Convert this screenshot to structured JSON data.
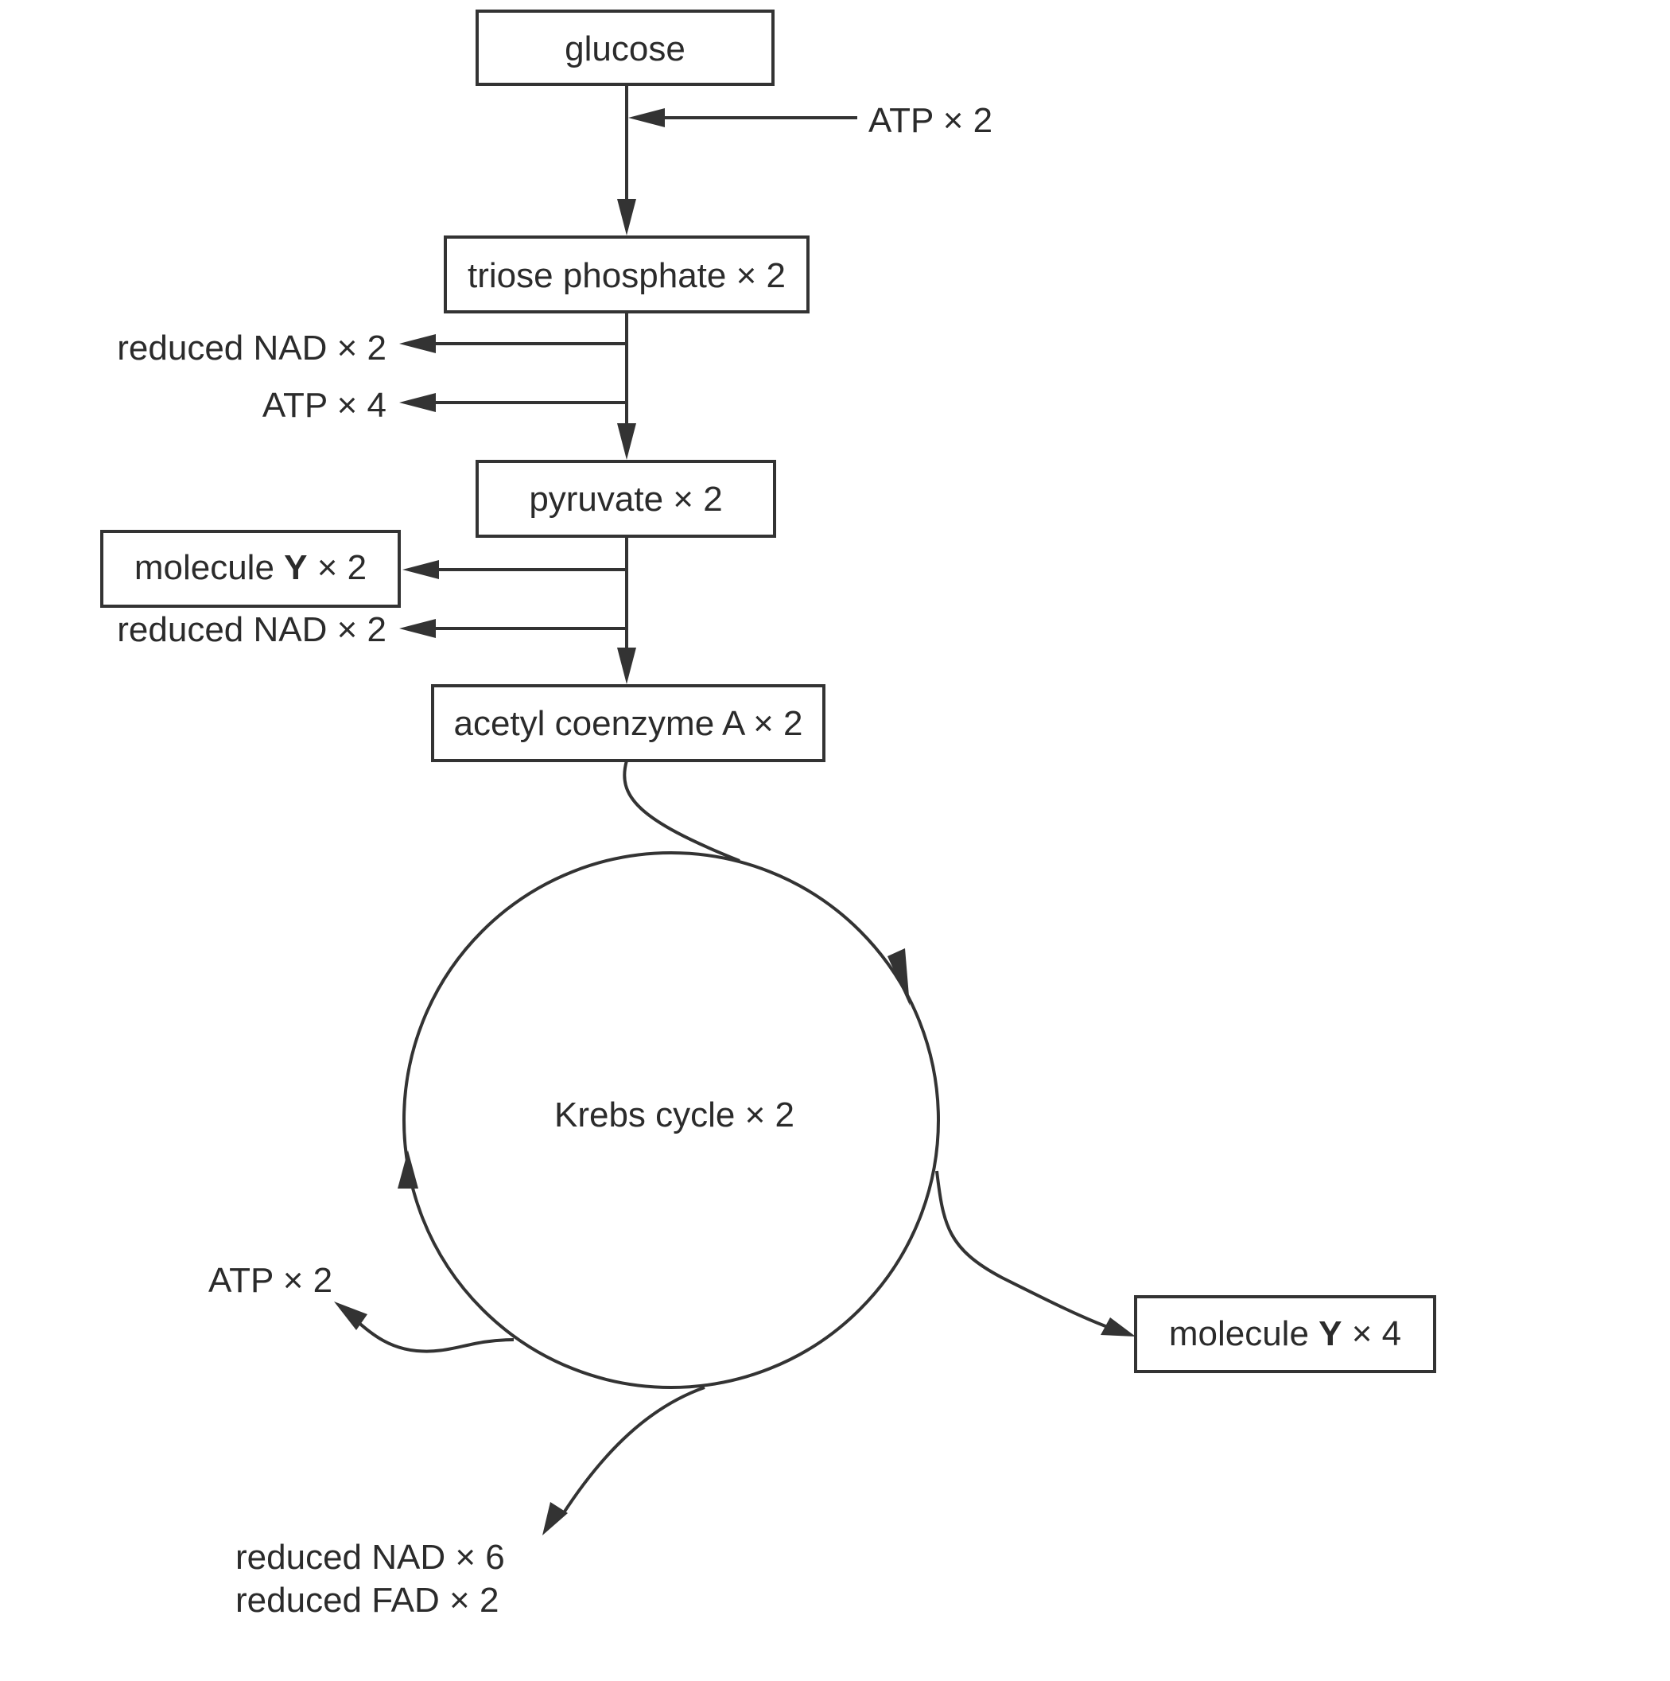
{
  "boxes": {
    "glucose": "glucose",
    "triose_phosphate": "triose phosphate × 2",
    "pyruvate": "pyruvate × 2",
    "molecule_y_1": {
      "pre": "molecule ",
      "bold": "Y",
      "post": " × 2"
    },
    "acetyl_coa": "acetyl coenzyme A × 2",
    "molecule_y_2": {
      "pre": "molecule ",
      "bold": "Y",
      "post": " × 4"
    }
  },
  "labels": {
    "atp_input": "ATP × 2",
    "reduced_nad_glycolysis": "reduced NAD × 2",
    "atp_glycolysis": "ATP × 4",
    "reduced_nad_link": "reduced NAD × 2",
    "krebs_cycle": "Krebs cycle × 2",
    "atp_krebs": "ATP × 2",
    "reduced_nad_krebs": "reduced NAD × 6",
    "reduced_fad_krebs": "reduced FAD × 2"
  }
}
